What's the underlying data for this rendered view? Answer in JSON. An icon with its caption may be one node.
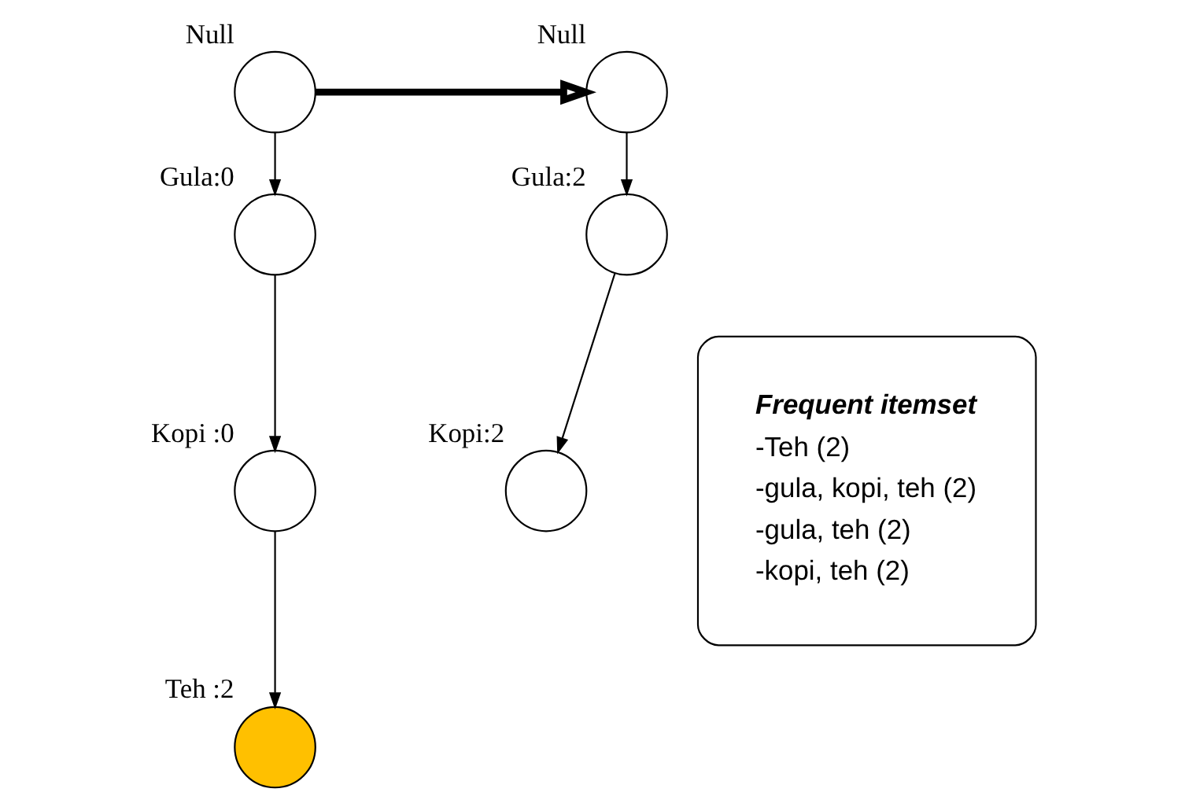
{
  "diagram": {
    "nodes": [
      {
        "text": [],
        "shape": "circle",
        "beside": [
          "Null"
        ]
      },
      {
        "text": [],
        "shape": "circle",
        "beside": [
          "Gula:0"
        ]
      },
      {
        "text": [],
        "shape": "circle",
        "beside": [
          "Kopi :0"
        ]
      },
      {
        "text": [],
        "shape": "circle",
        "beside": [
          "Teh :2"
        ]
      },
      {
        "text": [],
        "shape": "circle",
        "beside": [
          "Null"
        ]
      },
      {
        "text": [],
        "shape": "circle",
        "beside": [
          "Gula:2"
        ]
      },
      {
        "text": [],
        "shape": "circle",
        "beside": [
          "Kopi:2"
        ]
      },
      {
        "text": [
          "Frequent itemset",
          "-Teh (2)",
          "-gula, kopi, teh (2)",
          "-gula, teh (2)",
          "-kopi, teh (2)"
        ]
      }
    ],
    "edges": [
      {
        "from": 0,
        "to": 1,
        "arrow": "to"
      },
      {
        "from": 1,
        "to": 2,
        "arrow": "to"
      },
      {
        "from": 2,
        "to": 3,
        "arrow": "to"
      },
      {
        "from": 0,
        "to": 4,
        "arrow": "to",
        "style": "thick"
      },
      {
        "from": 4,
        "to": 5,
        "arrow": "to"
      },
      {
        "from": 5,
        "to": 6,
        "arrow": "to"
      }
    ]
  }
}
